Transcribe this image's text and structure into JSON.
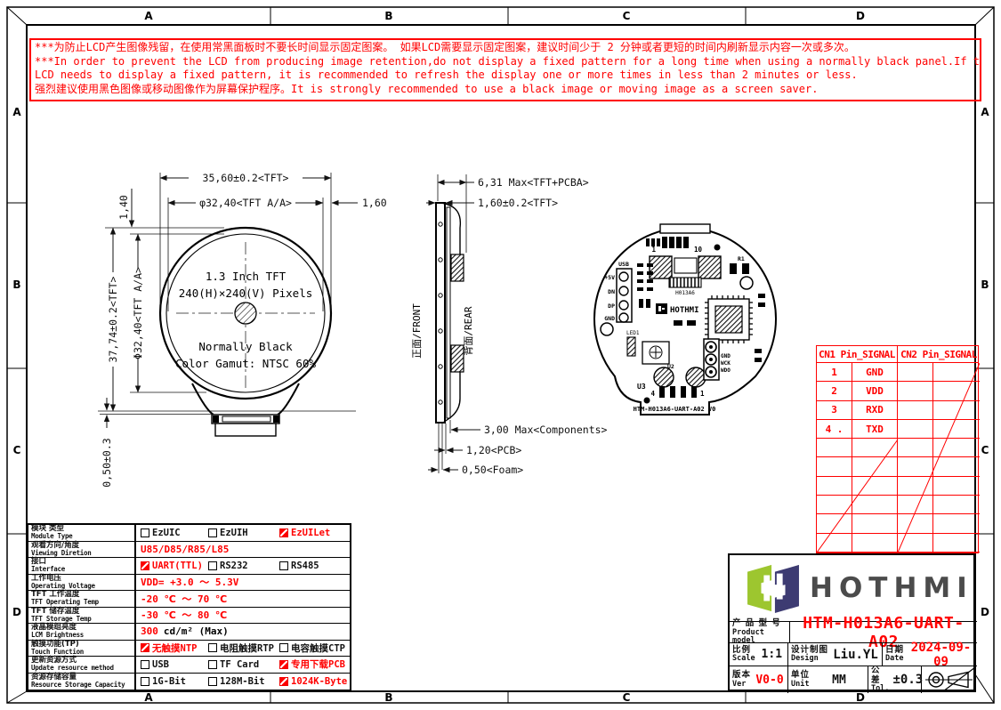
{
  "colors": {
    "accent_red": "#ff0000",
    "logo_green": "#9dc62f",
    "logo_navy": "#3d3b72",
    "brand_gray": "#4b4b4b"
  },
  "grid": {
    "cols": [
      "A",
      "B",
      "C",
      "D"
    ],
    "rows": [
      "A",
      "B",
      "C",
      "D"
    ]
  },
  "warning": {
    "lines": [
      "***为防止LCD产生图像残留，在使用常黑面板时不要长时间显示固定图案。 如果LCD需要显示固定图案，建议时间少于 2 分钟或者更短的时间内刷新显示内容一次或多次。",
      "***In order to prevent the LCD from producing image retention,do not display a fixed pattern for a long time when using a normally black panel.If the",
      " LCD needs to display a fixed pattern, it is recommended to refresh the display one or more times in less than 2 minutes or less.",
      "强烈建议使用黑色图像或移动图像作为屏幕保护程序。It is strongly recommended to use a black image or moving image as a screen saver."
    ]
  },
  "front_view": {
    "labels": [
      "1.3 Inch TFT",
      "240(H)×240(V) Pixels",
      "Normally Black",
      "Color Gamut: NTSC 60%"
    ],
    "dim_width": "35,60±0.2<TFT>",
    "dim_active_dia": "φ32,40<TFT A/A>",
    "dim_edge_gap": "1,60",
    "dim_top_gap": "1,40",
    "dim_height": "37,74±0.2<TFT>",
    "dim_active_dia_v": "Φ32,40<TFT A/A>",
    "dim_bottom": "0,50±0.3"
  },
  "side_view": {
    "dim_total": "6,31 Max<TFT+PCBA>",
    "dim_tft": "1,60±0.2<TFT>",
    "label_front": "正面/FRONT",
    "label_rear": "背面/REAR",
    "dim_components": "3,00 Max<Components>",
    "dim_pcb": "1,20<PCB>",
    "dim_foam": "0,50<Foam>"
  },
  "rear_view": {
    "pin_top_first": "1",
    "pin_top_last": "10",
    "usb_label": "USB",
    "usb_pins": [
      "+5V",
      "DN",
      "DP",
      "GND"
    ],
    "logo_text": "HOTHMI",
    "ic_label": "H013A6",
    "ref_r1": "R1",
    "ref_u2": "U2",
    "ref_u3": "U3",
    "ref_led": "LED1",
    "prog_pins": [
      "GND",
      "WCK",
      "WDO"
    ],
    "pin_bottom_first": "4",
    "pin_bottom_last": "1",
    "board_label": "HTM-H013A6-UART-A02 V0"
  },
  "cn_table": {
    "cn1_header": "CN1 Pin_SIGNAL",
    "cn2_header": "CN2 Pin_SIGNAL",
    "cn1_rows": [
      {
        "no": "1",
        "signal": "GND"
      },
      {
        "no": "2",
        "signal": "VDD"
      },
      {
        "no": "3",
        "signal": "RXD"
      },
      {
        "no": "4 .",
        "signal": "TXD"
      }
    ]
  },
  "spec": {
    "rows": [
      {
        "cn": "模块 类型",
        "en": "Module Type",
        "opts": [
          {
            "label": "EzUIC",
            "checked": false
          },
          {
            "label": "EzUIH",
            "checked": false
          },
          {
            "label": "EzUILet",
            "checked": true
          }
        ]
      },
      {
        "cn": "观看方向/角度",
        "en": "Viewing Diretion",
        "value": "U85/D85/R85/L85"
      },
      {
        "cn": "接口",
        "en": "Interface",
        "opts": [
          {
            "label": "UART(TTL)",
            "checked": true
          },
          {
            "label": "RS232",
            "checked": false
          },
          {
            "label": "RS485",
            "checked": false
          }
        ]
      },
      {
        "cn": "工作电压",
        "en": "Operating Voltage",
        "value": "VDD= +3.0 ～ 5.3V"
      },
      {
        "cn": "TFT 工作温度",
        "en": "TFT Operating Temp",
        "value": "-20 ℃ ～ 70 ℃"
      },
      {
        "cn": "TFT 储存温度",
        "en": "TFT Storage Temp",
        "value": "-30 ℃ ～ 80 ℃"
      },
      {
        "cn": "液晶模组亮度",
        "en": "LCM Brightness",
        "value_red": "300",
        "value_suffix": "cd/m² (Max)"
      },
      {
        "cn": "触摸功能(TP)",
        "en": "Touch Function",
        "opts": [
          {
            "label": "无触摸NTP",
            "checked": true
          },
          {
            "label": "电阻触摸RTP",
            "checked": false
          },
          {
            "label": "电容触摸CTP",
            "checked": false
          }
        ]
      },
      {
        "cn": "更新资源方式",
        "en": "Update resource method",
        "opts": [
          {
            "label": "USB",
            "checked": false
          },
          {
            "label": "TF Card",
            "checked": false
          },
          {
            "label": "专用下载PCB",
            "checked": true
          }
        ]
      },
      {
        "cn": "资源存储容量",
        "en": "Resource Storage Capacity",
        "opts": [
          {
            "label": "1G-Bit",
            "checked": false
          },
          {
            "label": "128M-Bit",
            "checked": false
          },
          {
            "label": "1024K-Byte",
            "checked": true
          }
        ]
      }
    ]
  },
  "title_block": {
    "brand": "HOTHMI",
    "product_label_cn": "产 品 型 号",
    "product_label_en": "Product model",
    "product_model": "HTM-H013A6-UART-A02",
    "scale_cn": "比例",
    "scale_en": "Scale",
    "scale_value": "1:1",
    "design_cn": "设计制图",
    "design_en": "Design",
    "design_value": "Liu.YL",
    "date_cn": "日期",
    "date_en": "Date",
    "date_value": "2024-09-09",
    "ver_cn": "版本",
    "ver_en": "Ver",
    "ver_value": "V0-0",
    "unit_cn": "单位",
    "unit_en": "Unit",
    "unit_value": "MM",
    "tol_cn": "公差",
    "tol_en": "Tol.",
    "tol_value": "±0.3"
  }
}
